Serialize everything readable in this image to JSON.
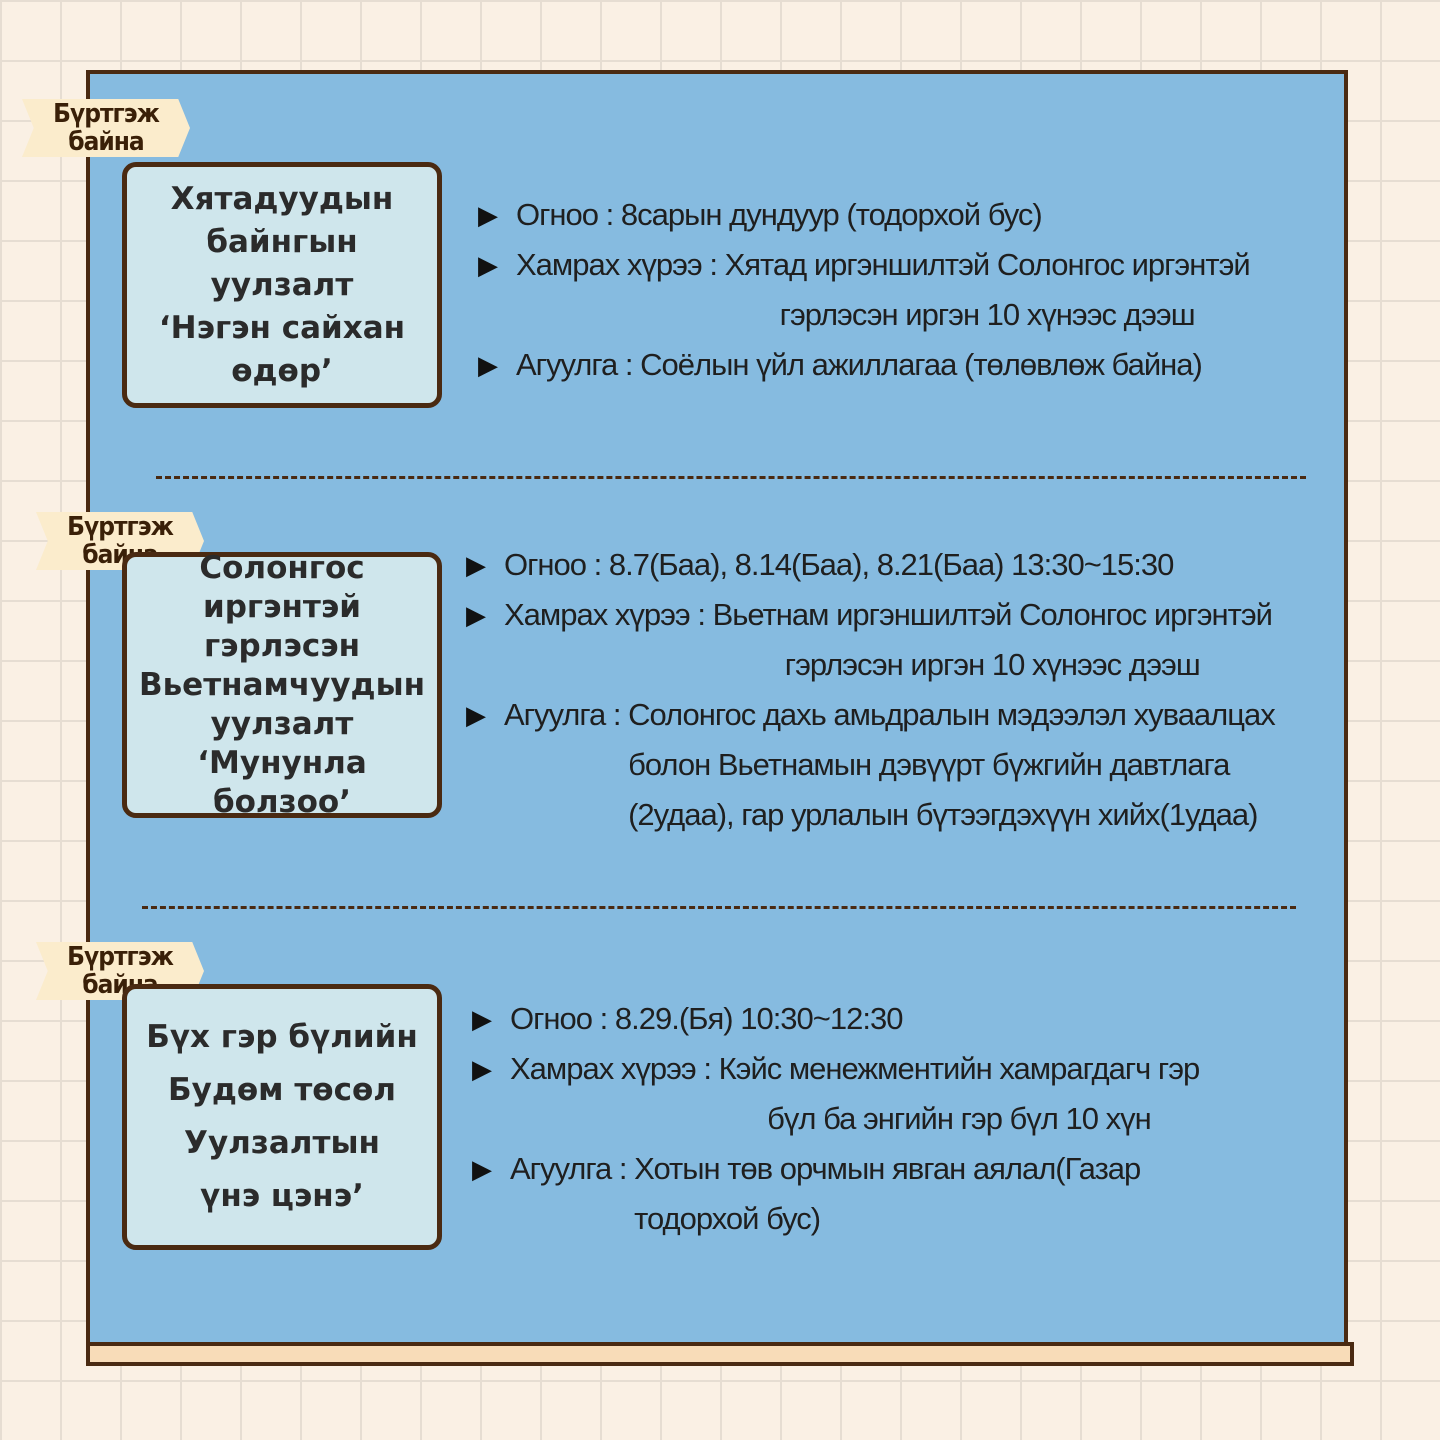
{
  "tag_label": [
    "Бүртгэж",
    "байна"
  ],
  "arrow_glyph": "▶",
  "sections": [
    {
      "title": "Хятадуудын\nбайнгын\nуулзалт\n‘Нэгэн сайхан\nөдөр’",
      "items": [
        {
          "label": "Огноо :",
          "lines": [
            "8сарын дундуур (тодорхой бус)"
          ]
        },
        {
          "label": "Хамрах хүрээ :",
          "lines": [
            "Хятад иргэншилтэй Солонгос иргэнтэй",
            "гэрлэсэн иргэн 10 хүнээс дээш"
          ]
        },
        {
          "label": "Агуулга :",
          "lines": [
            "Соёлын үйл ажиллагаа (төлөвлөж байна)"
          ]
        }
      ]
    },
    {
      "title": "Солонгос\nиргэнтэй гэрлэсэн\nВьетнамчуудын\nуулзалт\n‘Мунунла болзоо’",
      "items": [
        {
          "label": "Огноо :",
          "lines": [
            "8.7(Баа), 8.14(Баа), 8.21(Баа) 13:30~15:30"
          ]
        },
        {
          "label": "Хамрах хүрээ :",
          "lines": [
            "Вьетнам иргэншилтэй Солонгос иргэнтэй",
            "гэрлэсэн иргэн 10 хүнээс дээш"
          ]
        },
        {
          "label": "Агуулга :",
          "lines": [
            "Солонгос дахь амьдралын мэдээлэл хуваалцах",
            "болон Вьетнамын дэвүүрт бүжгийн давтлага",
            "(2удаа), гар урлалын бүтээгдэхүүн хийх(1удаа)"
          ]
        }
      ]
    },
    {
      "title": "Бүх гэр бүлийн\nБудөм төсөл\nУулзалтын\nүнэ цэнэ’",
      "items": [
        {
          "label": "Огноо :",
          "lines": [
            "8.29.(Бя) 10:30~12:30"
          ]
        },
        {
          "label": "Хамрах хүрээ :",
          "lines": [
            "Кэйс менежментийн хамрагдагч гэр",
            "бүл ба энгийн гэр бүл 10 хүн"
          ]
        },
        {
          "label": "Агуулга :",
          "lines": [
            "Хотын төв орчмын явган аялал(Газар",
            "тодорхой бус)"
          ]
        }
      ]
    }
  ]
}
